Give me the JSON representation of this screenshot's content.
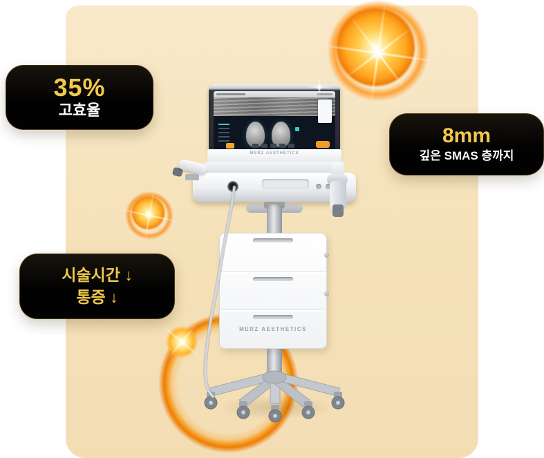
{
  "badges": {
    "efficiency": {
      "value": "35%",
      "label": "고효율"
    },
    "depth": {
      "value": "8mm",
      "label": "깊은 SMAS 층까지"
    },
    "benefits": {
      "line1": "시술시간 ↓",
      "line2": "통증 ↓"
    }
  },
  "device": {
    "console_brand": "MERZ AESTHETICS",
    "drawer_brand": "MERZ AESTHETICS"
  },
  "colors": {
    "gold": "#f2c94c",
    "badge_bg": "#020202",
    "panel_beige": "#f8e9ca",
    "glow_orange": "#f59a1d",
    "white": "#ffffff"
  }
}
